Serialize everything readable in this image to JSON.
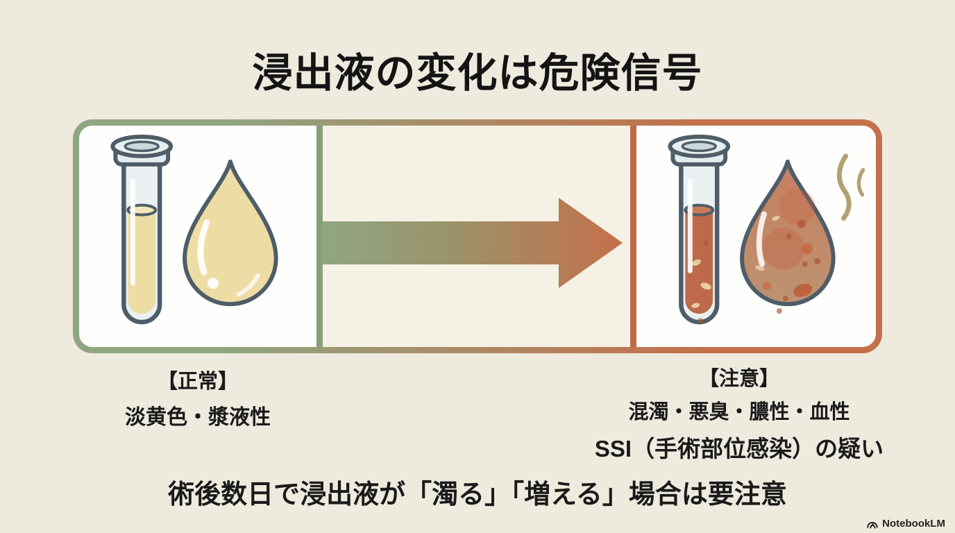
{
  "title": "浸出液の変化は危険信号",
  "diagram": {
    "normal_panel": {
      "heading": "【正常】",
      "description": "淡黄色・漿液性",
      "icons": [
        "test-tube",
        "droplet"
      ]
    },
    "caution_panel": {
      "heading": "【注意】",
      "description": "混濁・悪臭・膿性・血性",
      "diagnosis": "SSI（手術部位感染）の疑い",
      "icons": [
        "test-tube",
        "droplet",
        "odor-wisps"
      ]
    },
    "arrow": {
      "direction": "left-to-right",
      "meaning": "change over time"
    }
  },
  "footer": "術後数日で浸出液が「濁る」「増える」場合は要注意",
  "watermark": {
    "label": "NotebookLM"
  },
  "colors": {
    "background": "#EEEADE",
    "panel_white": "#FEFEFC",
    "middle_beige": "#F5F1E4",
    "normal_green": "#8FA682",
    "caution_orange": "#C4704B",
    "outline_slate": "#4E5D68",
    "serous_yellow": "#EDDCA4",
    "infected_red": "#BE6A4A",
    "droplet_murky": "#C08A68",
    "odor_khaki": "#B2A274",
    "text_black": "#1A1A1A"
  }
}
